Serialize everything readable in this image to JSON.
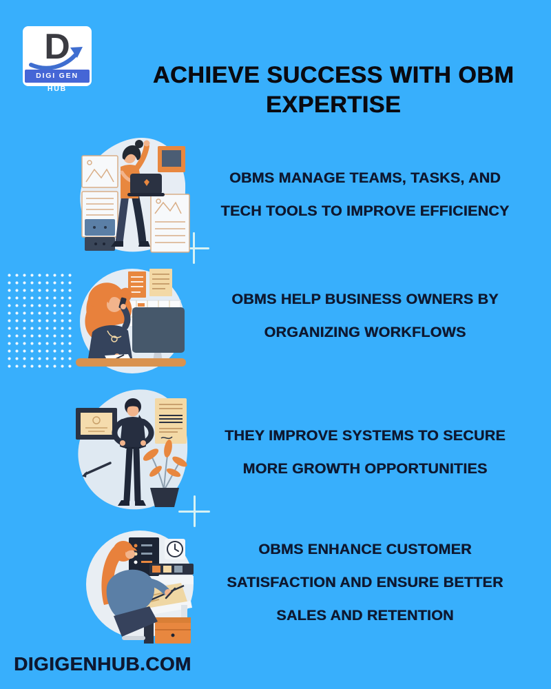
{
  "palette": {
    "background": "#38AFFC",
    "headline_text": "#0A0A10",
    "body_text": "#0E1830",
    "blob_light": "#E2EBF3",
    "accent_orange": "#E8873F",
    "accent_navy": "#2B3242",
    "accent_slate_blue": "#46586B",
    "logo_band_blue": "#4566D6",
    "logo_arrow_blue": "#3F6ED0",
    "plus_sign": "#D7F2F4",
    "dots": "#FFFFFF"
  },
  "logo": {
    "monogram": "D",
    "name": "DIGI GEN HUB"
  },
  "header": {
    "title_line1": "ACHIEVE SUCCESS WITH OBM",
    "title_line2": "EXPERTISE"
  },
  "sections": [
    {
      "illustration": "woman-standing-with-laptop",
      "lines": [
        "OBMS MANAGE TEAMS, TASKS, AND",
        "TECH TOOLS TO IMPROVE EFFICIENCY"
      ]
    },
    {
      "illustration": "woman-on-phone-at-desk-with-monitor",
      "lines": [
        "OBMS HELP BUSINESS OWNERS BY",
        "ORGANIZING WORKFLOWS"
      ]
    },
    {
      "illustration": "businesswoman-with-plant-and-certificate",
      "lines": [
        "THEY IMPROVE SYSTEMS TO SECURE",
        "MORE GROWTH OPPORTUNITIES"
      ]
    },
    {
      "illustration": "woman-drawing-at-drafting-desk",
      "lines": [
        "OBMS ENHANCE CUSTOMER",
        "SATISFACTION AND ENSURE BETTER",
        "SALES AND RETENTION"
      ]
    }
  ],
  "footer": {
    "website": "DIGIGENHUB.COM"
  }
}
